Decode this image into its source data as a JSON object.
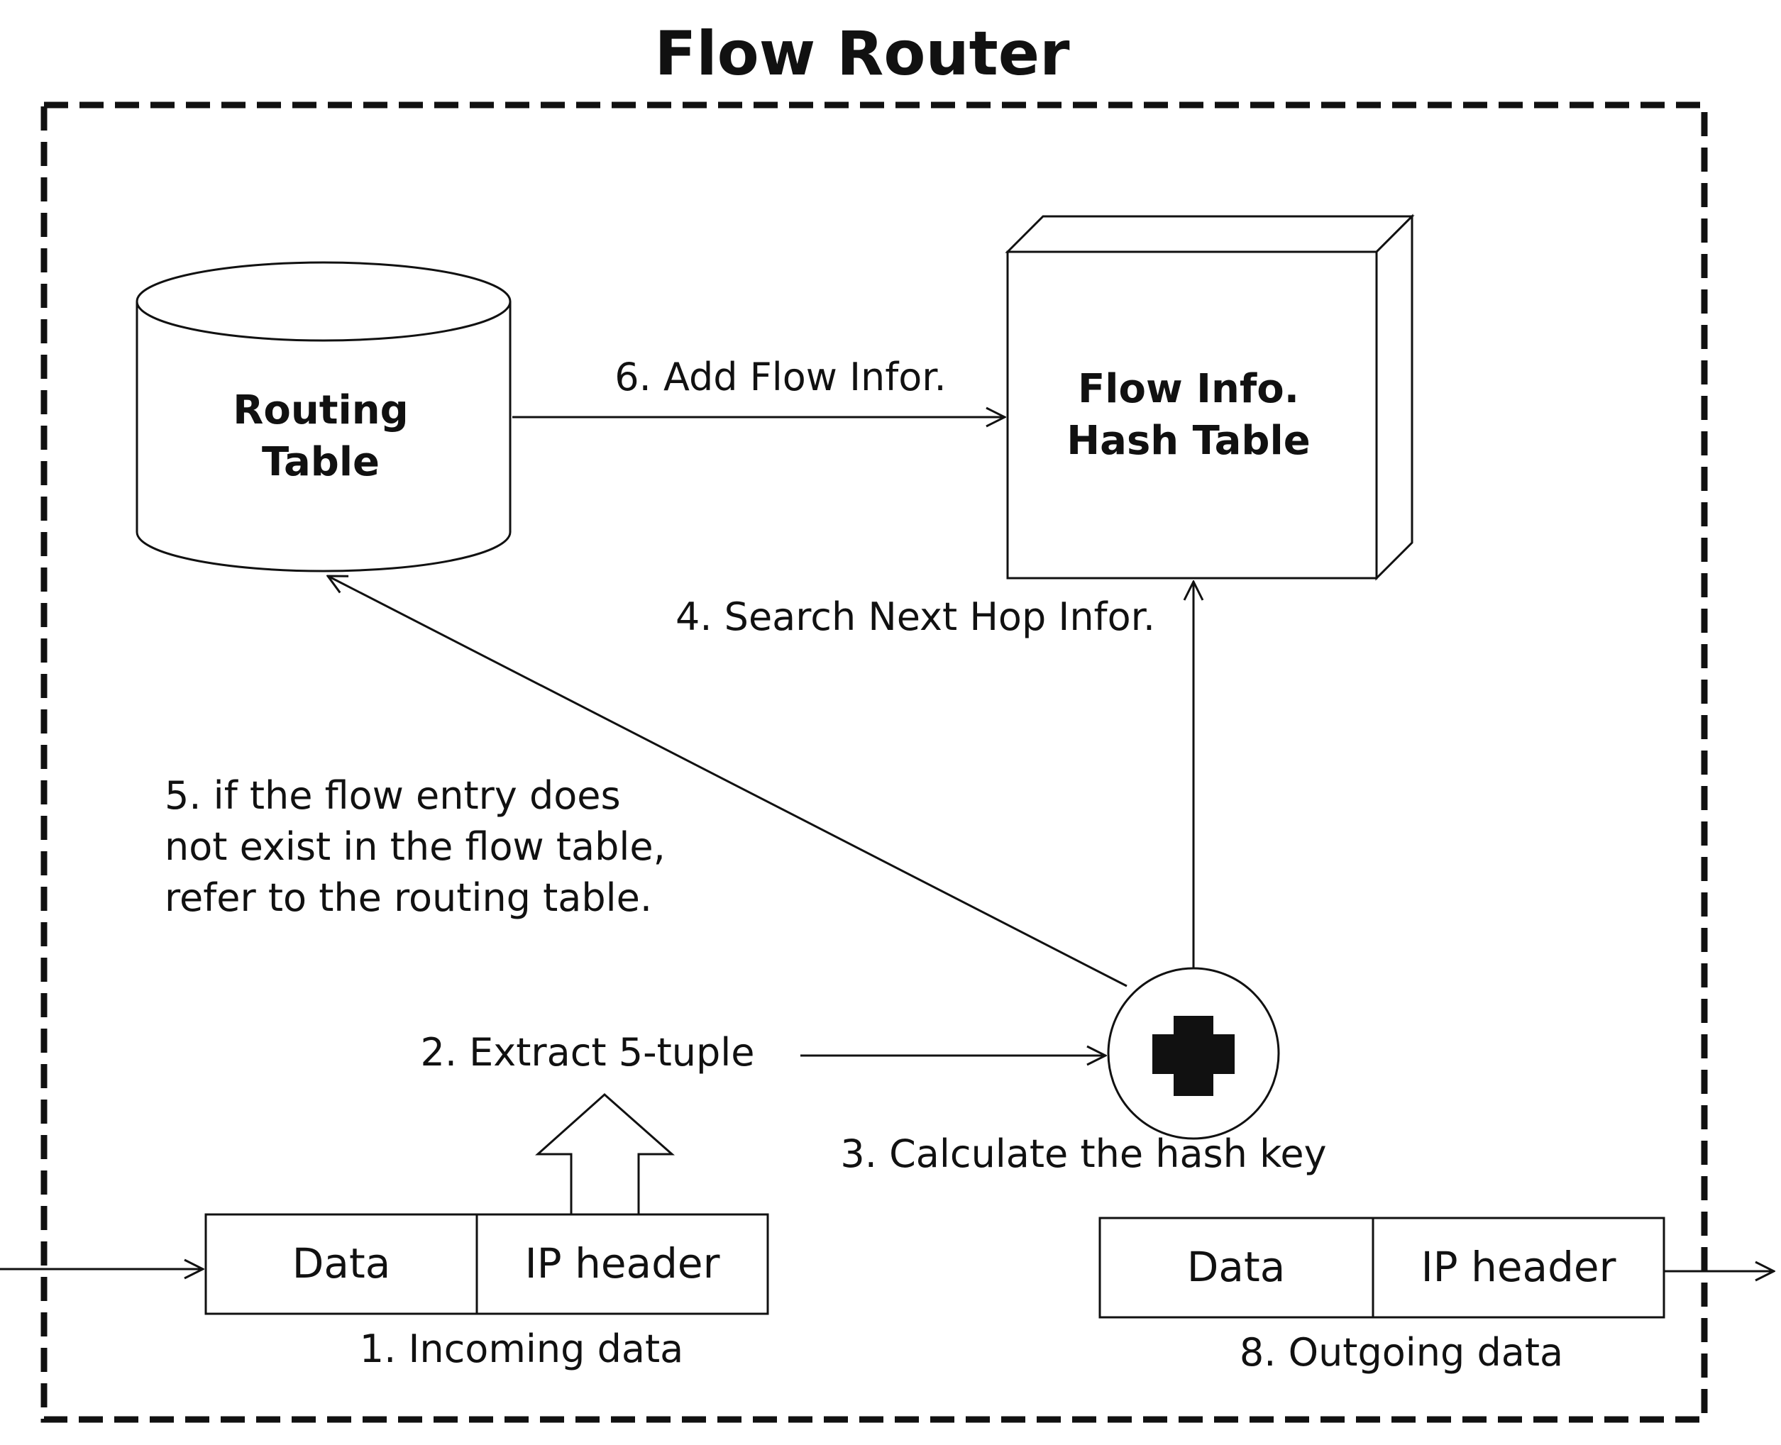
{
  "title": "Flow Router",
  "nodes": {
    "routing_table": {
      "line1": "Routing",
      "line2": "Table"
    },
    "hash_table": {
      "line1": "Flow Info.",
      "line2": "Hash Table"
    },
    "incoming_packet": {
      "data_label": "Data",
      "header_label": "IP header"
    },
    "outgoing_packet": {
      "data_label": "Data",
      "header_label": "IP header"
    }
  },
  "steps": {
    "step1": "1. Incoming data",
    "step2": "2. Extract 5-tuple",
    "step3": "3. Calculate the hash key",
    "step4": "4. Search Next Hop Infor.",
    "step5_line1": "5. if the flow entry does",
    "step5_line2": "not exist in the flow table,",
    "step5_line3": "refer to the routing table.",
    "step6": "6. Add Flow Infor.",
    "step8": "8. Outgoing data"
  },
  "colors": {
    "stroke": "#111111",
    "background": "#ffffff"
  }
}
